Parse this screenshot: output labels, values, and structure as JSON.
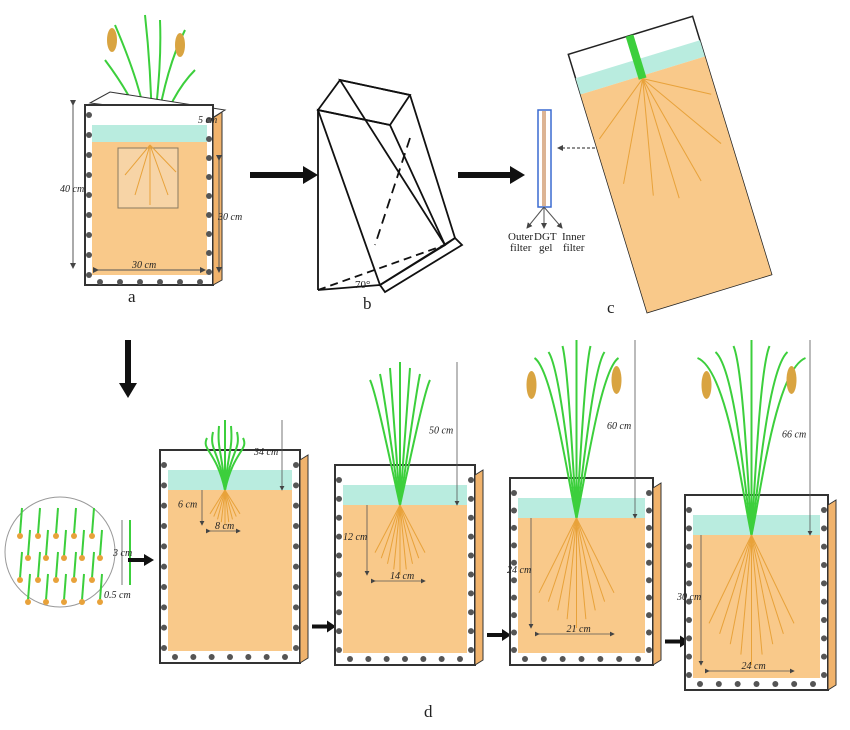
{
  "panels": {
    "a": {
      "label": "a",
      "height": "40 cm",
      "depth": "5 cm",
      "soil_height": "30 cm",
      "width": "30 cm"
    },
    "b": {
      "label": "b",
      "angle": "70°"
    },
    "c": {
      "label": "c",
      "outer_filter": [
        "Outer",
        "filter"
      ],
      "dgt_gel": [
        "DGT",
        "gel"
      ],
      "inner_filter": [
        "Inner",
        "filter"
      ]
    },
    "d": {
      "label": "d",
      "seedling": {
        "shoot": "3 cm",
        "root": "0.5 cm"
      },
      "stages": [
        {
          "shoot": "34 cm",
          "root_depth": "6 cm",
          "root_width": "8 cm"
        },
        {
          "shoot": "50 cm",
          "root_depth": "12 cm",
          "root_width": "14 cm"
        },
        {
          "shoot": "60 cm",
          "root_depth": "24 cm",
          "root_width": "21 cm"
        },
        {
          "shoot": "66 cm",
          "root_depth": "30 cm",
          "root_width": "24 cm"
        }
      ]
    }
  },
  "colors": {
    "soil": "#f9c98a",
    "water": "#b9ecdf",
    "plant": "#3ccf3c",
    "root": "#e8a23a",
    "grain": "#d9a441"
  }
}
